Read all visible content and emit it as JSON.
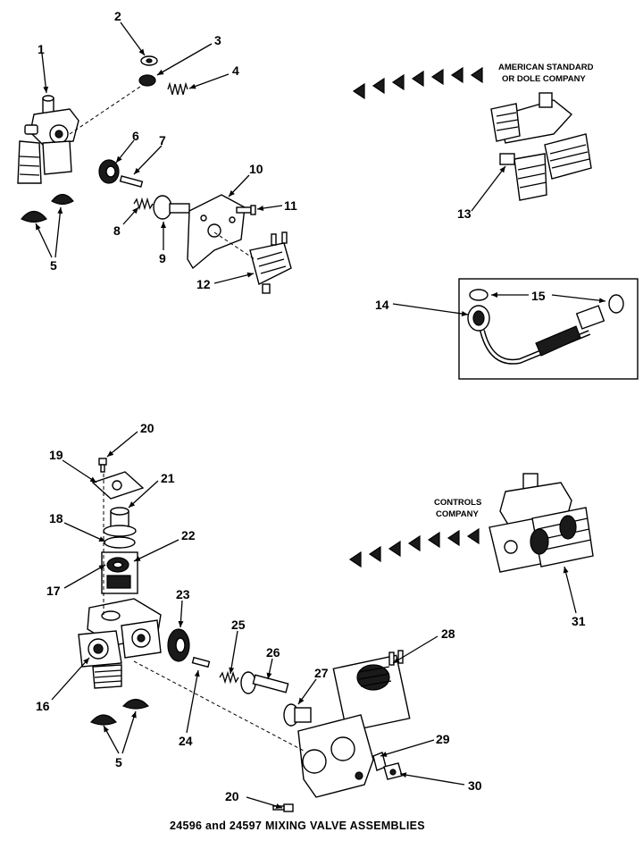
{
  "caption": "24596 and 24597 MIXING VALVE ASSEMBLIES",
  "manufacturer_labels": {
    "american_standard_line1": "AMERICAN STANDARD",
    "american_standard_line2": "OR DOLE COMPANY",
    "controls_line1": "CONTROLS",
    "controls_line2": "COMPANY"
  },
  "callouts": {
    "n1": "1",
    "n2": "2",
    "n3": "3",
    "n4": "4",
    "n5a": "5",
    "n6": "6",
    "n7": "7",
    "n8": "8",
    "n9": "9",
    "n10": "10",
    "n11": "11",
    "n12": "12",
    "n13": "13",
    "n14": "14",
    "n15": "15",
    "n16": "16",
    "n17": "17",
    "n18": "18",
    "n19": "19",
    "n20a": "20",
    "n21": "21",
    "n22": "22",
    "n23": "23",
    "n24": "24",
    "n25": "25",
    "n26": "26",
    "n27": "27",
    "n28": "28",
    "n29": "29",
    "n30": "30",
    "n31": "31",
    "n5b": "5",
    "n20b": "20"
  }
}
